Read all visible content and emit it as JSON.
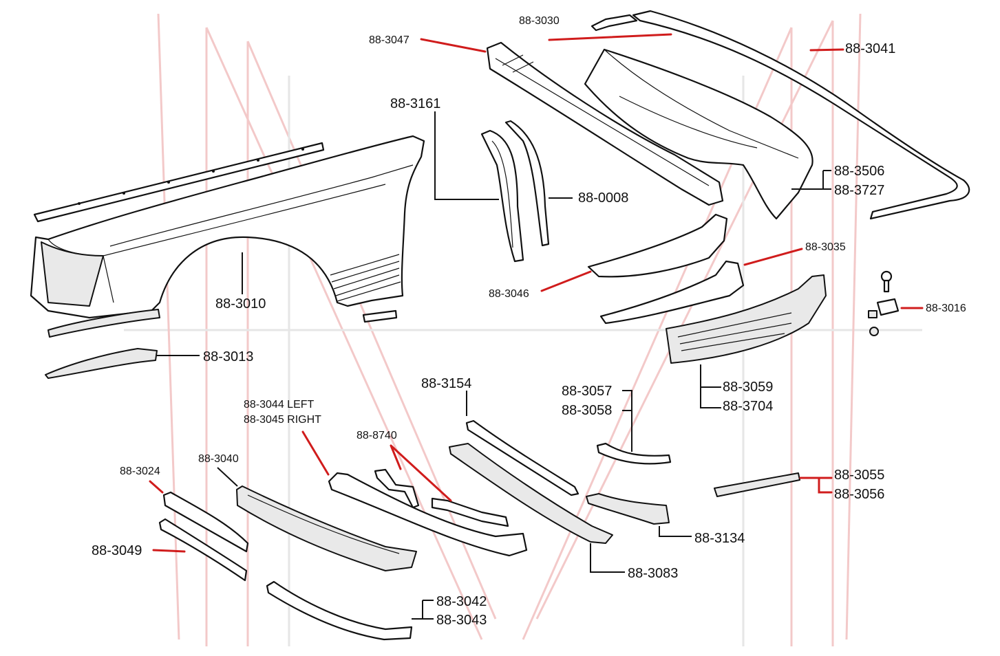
{
  "diagram": {
    "parts": [
      {
        "id": "p3047",
        "number": "88-3047"
      },
      {
        "id": "p3030",
        "number": "88-3030"
      },
      {
        "id": "p3041",
        "number": "88-3041"
      },
      {
        "id": "p3161",
        "number": "88-3161"
      },
      {
        "id": "p0008",
        "number": "88-0008"
      },
      {
        "id": "p3506",
        "number": "88-3506"
      },
      {
        "id": "p3727",
        "number": "88-3727"
      },
      {
        "id": "p3035",
        "number": "88-3035"
      },
      {
        "id": "p3046",
        "number": "88-3046"
      },
      {
        "id": "p3016",
        "number": "88-3016"
      },
      {
        "id": "p3010",
        "number": "88-3010"
      },
      {
        "id": "p3013",
        "number": "88-3013"
      },
      {
        "id": "p3059",
        "number": "88-3059"
      },
      {
        "id": "p3704",
        "number": "88-3704"
      },
      {
        "id": "p3154",
        "number": "88-3154"
      },
      {
        "id": "p3057",
        "number": "88-3057"
      },
      {
        "id": "p3058",
        "number": "88-3058"
      },
      {
        "id": "p3044",
        "number": "88-3044 LEFT"
      },
      {
        "id": "p3045",
        "number": "88-3045 RIGHT"
      },
      {
        "id": "p8740",
        "number": "88-8740"
      },
      {
        "id": "p3040",
        "number": "88-3040"
      },
      {
        "id": "p3024",
        "number": "88-3024"
      },
      {
        "id": "p3055",
        "number": "88-3055"
      },
      {
        "id": "p3056",
        "number": "88-3056"
      },
      {
        "id": "p3049",
        "number": "88-3049"
      },
      {
        "id": "p3134",
        "number": "88-3134"
      },
      {
        "id": "p3083",
        "number": "88-3083"
      },
      {
        "id": "p3042",
        "number": "88-3042"
      },
      {
        "id": "p3043",
        "number": "88-3043"
      }
    ]
  },
  "colors": {
    "leader": "#d01c1c",
    "line_art": "#111111",
    "watermark_red": "#f3c9c9",
    "watermark_gray": "#e6e6e6",
    "background": "#ffffff"
  }
}
